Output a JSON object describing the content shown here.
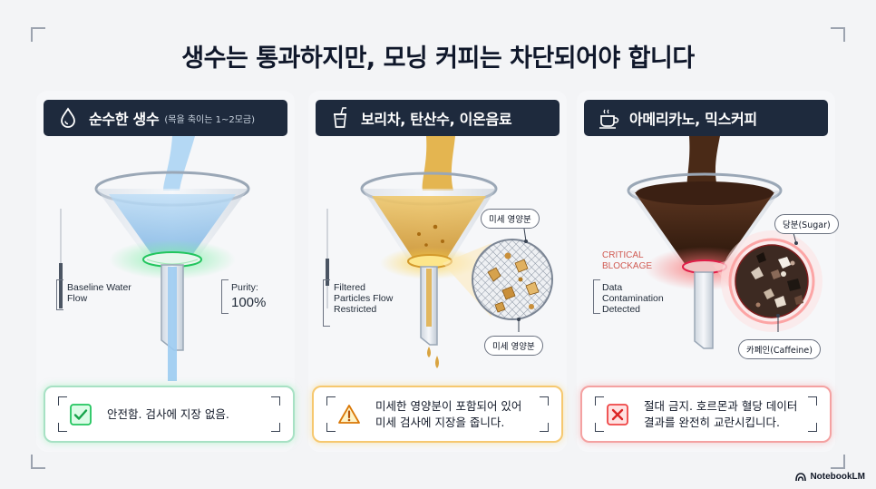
{
  "title": "생수는 통과하지만, 모닝 커피는 차단되어야 합니다",
  "colors": {
    "header_bg": "#1e2a3d",
    "water": "#8ec5f0",
    "tea": "#e0b04f",
    "coffee": "#4a2a1a",
    "safe": "#22c55e",
    "warning": "#f59e0b",
    "danger": "#ef4444"
  },
  "panels": [
    {
      "icon": "water-drop-icon",
      "title": "순수한 생수",
      "subtitle": "(목을 축이는 1~2모금)",
      "left_label": "Baseline Water Flow",
      "right_label_1": "Purity:",
      "right_label_2": "100%",
      "status_icon": "checkmark-icon",
      "status_line_1": "안전함. 검사에 지장 없음.",
      "status_line_2": ""
    },
    {
      "icon": "cup-with-straw-icon",
      "title": "보리차, 탄산수, 이온음료",
      "left_label": "Filtered Particles Flow Restricted",
      "pill_top": "미세 영양분",
      "pill_bottom": "미세 영양분",
      "status_icon": "warning-triangle-icon",
      "status_line_1": "미세한 영양분이 포함되어 있어",
      "status_line_2": "미세 검사에 지장을 줍니다."
    },
    {
      "icon": "coffee-cup-icon",
      "title": "아메리카노, 믹스커피",
      "critical_label": "CRITICAL BLOCKAGE",
      "left_label": "Data Contamination Detected",
      "pill_top": "당분(Sugar)",
      "pill_bottom": "카페인(Caffeine)",
      "status_icon": "x-mark-icon",
      "status_line_1": "절대 금지. 호르몬과 혈당 데이터",
      "status_line_2": "결과를 완전히 교란시킵니다."
    }
  ],
  "footer": {
    "brand": "NotebookLM"
  }
}
